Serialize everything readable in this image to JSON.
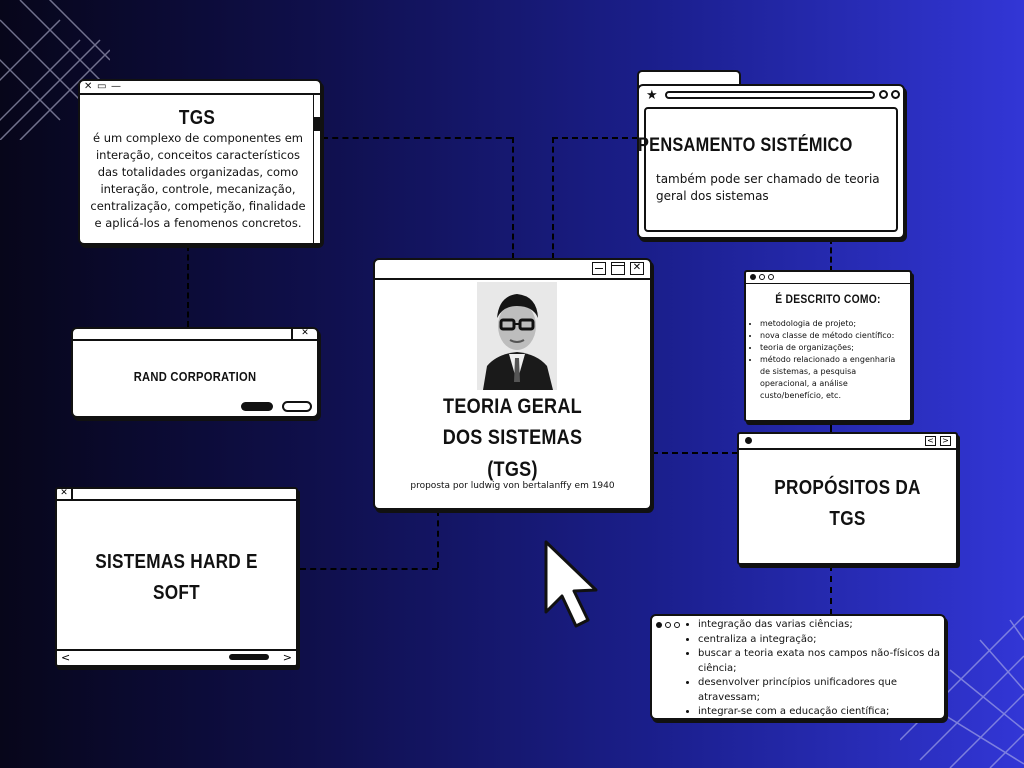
{
  "center": {
    "title_line1": "TEORIA GERAL",
    "title_line2": "DOS SISTEMAS",
    "title_line3": "(TGS)",
    "subtitle": "proposta por ludwig von bertalanffy em 1940"
  },
  "tgs_card": {
    "title": "TGS",
    "body": "é um complexo de componentes em interação, conceitos característicos das totalidades organizadas, como interação, controle, mecanização, centralização, competição, finalidade e aplicá-los a fenomenos concretos."
  },
  "pensamento": {
    "title": "PENSAMENTO SISTÉMICO",
    "body": "também pode ser chamado de teoria geral dos sistemas"
  },
  "rand": {
    "label": "RAND CORPORATION"
  },
  "descrito": {
    "title": "É DESCRITO COMO:",
    "items": [
      "metodologia de projeto;",
      "nova classe de método científico:",
      "teoria de organizações;",
      "método relacionado a engenharia de sistemas, a pesquisa operacional, a análise custo/benefício, etc."
    ]
  },
  "propositos": {
    "title_line1": "PROPÓSITOS DA",
    "title_line2": "TGS"
  },
  "propositos_list": {
    "items": [
      "integração das varias ciências;",
      "centraliza a integração;",
      "buscar a teoria exata nos campos não-físicos da ciência;",
      "desenvolver princípios unificadores que atravessam;",
      "integrar-se com a educação científica;"
    ]
  },
  "sistemas": {
    "title_line1": "SISTEMAS HARD E",
    "title_line2": "SOFT"
  },
  "colors": {
    "line": "#000000",
    "window": "#ffffff",
    "bg_left": "#07061a",
    "bg_right": "#3236d6"
  }
}
